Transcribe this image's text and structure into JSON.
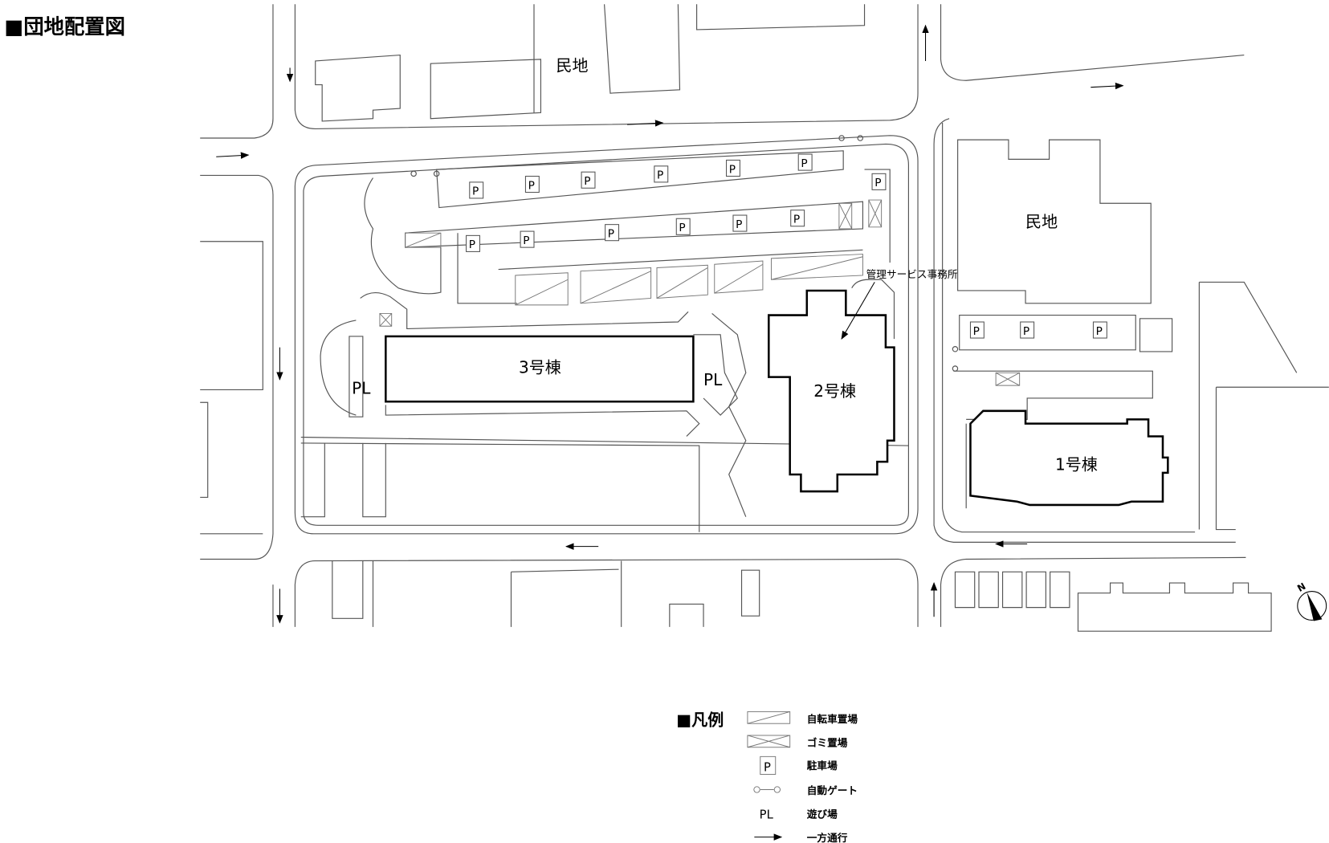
{
  "title": "■団地配置図",
  "labels": {
    "private_land_north": "民地",
    "private_land_east": "民地",
    "building_1": "1号棟",
    "building_2": "2号棟",
    "building_3": "3号棟",
    "management_office": "管理サービス事務所",
    "playground_west": "PL",
    "playground_east": "PL",
    "parking_mark": "P",
    "compass_north": "N"
  },
  "legend": {
    "title": "■凡例",
    "items": [
      {
        "symbol": "bicycle-parking",
        "label": "自転車置場"
      },
      {
        "symbol": "garbage-area",
        "label": "ゴミ置場"
      },
      {
        "symbol": "parking",
        "mark": "P",
        "label": "駐車場"
      },
      {
        "symbol": "automatic-gate",
        "label": "自動ゲート"
      },
      {
        "symbol": "playground",
        "mark": "PL",
        "label": "遊び場"
      },
      {
        "symbol": "one-way-arrow",
        "label": "一方通行"
      }
    ]
  }
}
